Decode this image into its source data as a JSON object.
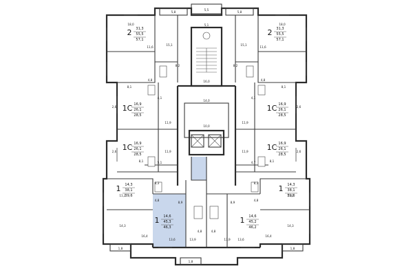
{
  "colors": {
    "wall": "#2b2b2b",
    "highlight": "#c9d7ec",
    "background": "#ffffff"
  },
  "labels": {
    "top_balcony_l": "5,8",
    "top_balcony_c": "5,5",
    "top_balcony_r": "5,8",
    "shaft_top": "5,1",
    "corr_top": "16,0",
    "lobby": "14,0",
    "lift": "10,0",
    "bot_balc_l": "1,8",
    "bot_balc_c": "1,8",
    "bot_balc_r": "1,8",
    "bottom_center_l": "13,9",
    "bottom_center_r": "13,9"
  },
  "apartments": [
    {
      "id": "tl",
      "type": "2",
      "l1": "31,3",
      "l2": "55,5",
      "l3": "57,1",
      "rooms": [
        "18,0",
        "15,1",
        "11,6",
        "8,2",
        "4,8"
      ]
    },
    {
      "id": "tr",
      "type": "2",
      "l1": "31,3",
      "l2": "55,5",
      "l3": "57,1",
      "rooms": [
        "18,0",
        "15,1",
        "11,6",
        "8,2",
        "4,8"
      ]
    },
    {
      "id": "ml1",
      "type": "1С",
      "l1": "16,9",
      "l2": "26,1",
      "l3": "28,5",
      "rooms": [
        "8,1",
        "11,9",
        "4,1",
        "2,6"
      ]
    },
    {
      "id": "mr1",
      "type": "1С",
      "l1": "16,9",
      "l2": "26,1",
      "l3": "28,5",
      "rooms": [
        "8,1",
        "11,9",
        "4,1",
        "2,6"
      ]
    },
    {
      "id": "ml2",
      "type": "1С",
      "l1": "16,9",
      "l2": "26,1",
      "l3": "28,5",
      "rooms": [
        "8,1",
        "11,9",
        "5,1",
        "2,6"
      ]
    },
    {
      "id": "mr2",
      "type": "1С",
      "l1": "16,9",
      "l2": "26,1",
      "l3": "28,5",
      "rooms": [
        "8,1",
        "11,9",
        "4,7",
        "2,6"
      ]
    },
    {
      "id": "ll",
      "type": "1",
      "l1": "14,3",
      "l2": "38,1",
      "l3": "39,6",
      "rooms": [
        "8,3",
        "4,8",
        "11,2",
        "14,3"
      ]
    },
    {
      "id": "lr",
      "type": "1",
      "l1": "14,3",
      "l2": "38,1",
      "l3": "39,6",
      "rooms": [
        "8,3",
        "4,8",
        "11,2",
        "14,3"
      ]
    },
    {
      "id": "bl",
      "type": "1",
      "l1": "14,6",
      "l2": "45,3",
      "l3": "46,3",
      "rooms": [
        "8,9",
        "16,4",
        "13,6",
        "4,8"
      ]
    },
    {
      "id": "br",
      "type": "1",
      "l1": "14,6",
      "l2": "45,2",
      "l3": "46,2",
      "rooms": [
        "8,9",
        "16,4",
        "13,6",
        "4,8"
      ]
    }
  ]
}
